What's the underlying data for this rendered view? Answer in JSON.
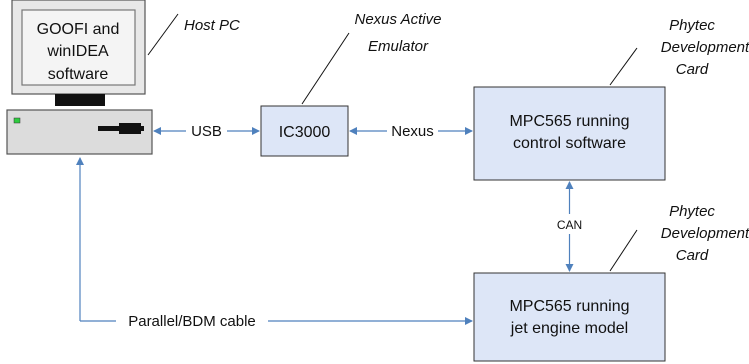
{
  "host_pc": {
    "screen_lines": [
      "GOOFI and",
      "winIDEA",
      "software"
    ],
    "label": "Host PC"
  },
  "emulator": {
    "box_label": "IC3000",
    "callout_lines": [
      "Nexus Active",
      "Emulator"
    ]
  },
  "card_top": {
    "lines": [
      "MPC565 running",
      "control software"
    ],
    "callout_lines": [
      "Phytec",
      "Development",
      "Card"
    ]
  },
  "card_bottom": {
    "lines": [
      "MPC565 running",
      "jet engine model"
    ],
    "callout_lines": [
      "Phytec",
      "Development",
      "Card"
    ]
  },
  "links": {
    "usb": "USB",
    "nexus": "Nexus",
    "can": "CAN",
    "parallel": "Parallel/BDM cable"
  },
  "colors": {
    "box_fill": "#dde6f7",
    "connector": "#4f81bd",
    "monitor_frame": "#e8e8e8",
    "monitor_screen": "#f0f0f0",
    "led": "#2ecc40"
  }
}
